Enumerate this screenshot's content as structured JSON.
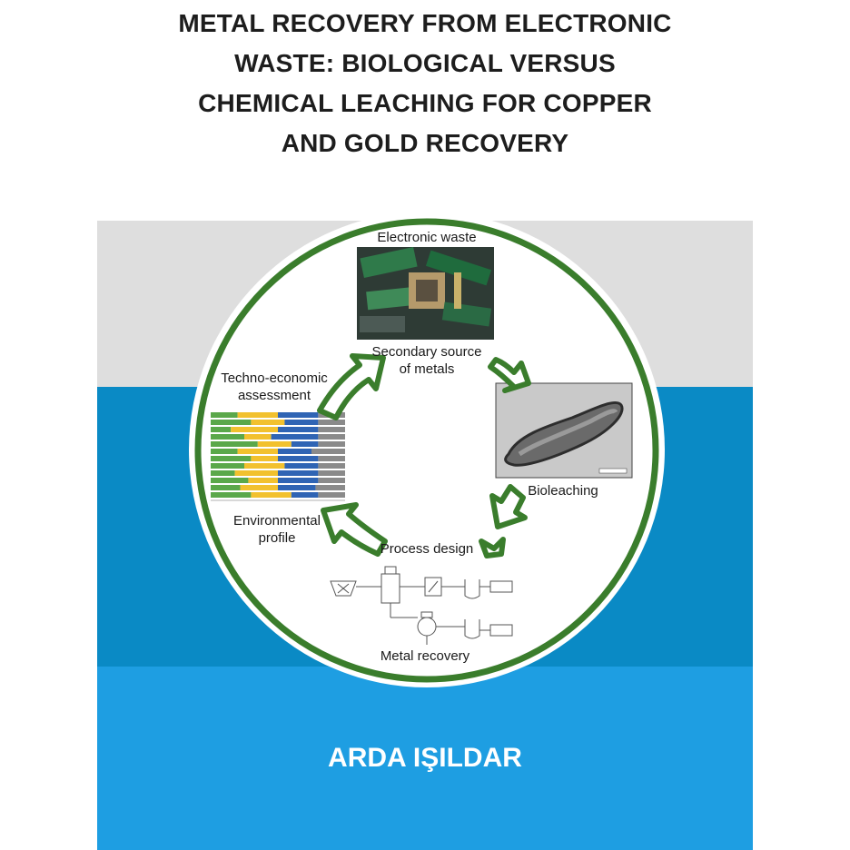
{
  "title_lines": [
    "METAL RECOVERY FROM ELECTRONIC",
    "WASTE: BIOLOGICAL VERSUS",
    "CHEMICAL LEACHING FOR COPPER",
    "AND GOLD RECOVERY"
  ],
  "author": "ARDA IŞILDAR",
  "labels": {
    "electronic_waste": "Electronic waste",
    "secondary_1": "Secondary source",
    "secondary_2": "of metals",
    "techno_1": "Techno-economic",
    "techno_2": "assessment",
    "bioleaching": "Bioleaching",
    "env_1": "Environmental",
    "env_2": "profile",
    "process_design": "Process design",
    "metal_recovery": "Metal recovery"
  },
  "colors": {
    "circle_ring": "#3a7d2c",
    "arrow_green": "#3a7d2c",
    "band_gray": "#dedede",
    "band_mid_blue": "#0a8ac5",
    "band_light_blue": "#1e9ee2",
    "bar_green": "#5aa84a",
    "bar_yellow": "#f2c12e",
    "bar_blue": "#2f64b4",
    "bar_gray": "#8a8a8a"
  }
}
